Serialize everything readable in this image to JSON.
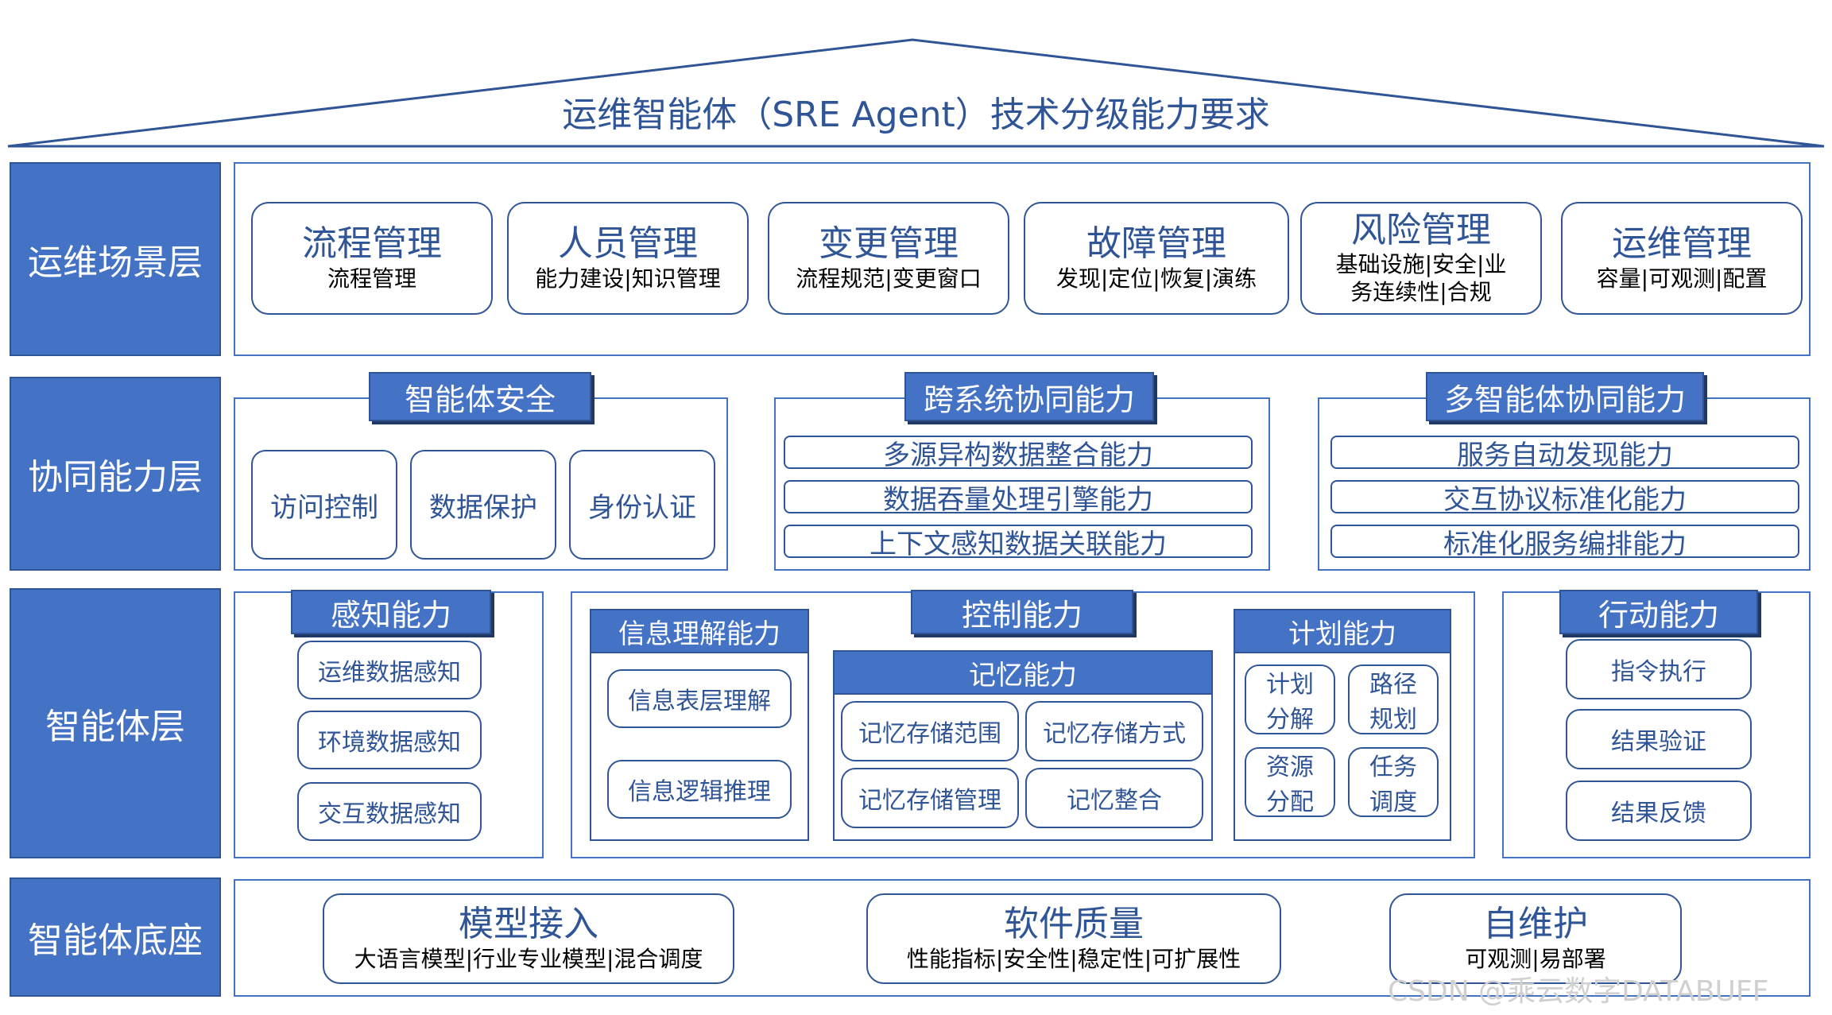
{
  "title": "运维智能体（SRE Agent）技术分级能力要求",
  "layers": {
    "scene": "运维场景层",
    "collab": "协同能力层",
    "agent": "智能体层",
    "base": "智能体底座"
  },
  "scene_cards": [
    {
      "title": "流程管理",
      "sub": "流程管理"
    },
    {
      "title": "人员管理",
      "sub": "能力建设|知识管理"
    },
    {
      "title": "变更管理",
      "sub": "流程规范|变更窗口"
    },
    {
      "title": "故障管理",
      "sub": "发现|定位|恢复|演练"
    },
    {
      "title": "风险管理",
      "sub": "基础设施|安全|业",
      "sub2": "务连续性|合规"
    },
    {
      "title": "运维管理",
      "sub": "容量|可观测|配置"
    }
  ],
  "collab": {
    "security": {
      "header": "智能体安全",
      "items": [
        "访问控制",
        "数据保护",
        "身份认证"
      ]
    },
    "cross": {
      "header": "跨系统协同能力",
      "items": [
        "多源异构数据整合能力",
        "数据吞量处理引擎能力",
        "上下文感知数据关联能力"
      ]
    },
    "multi": {
      "header": "多智能体协同能力",
      "items": [
        "服务自动发现能力",
        "交互协议标准化能力",
        "标准化服务编排能力"
      ]
    }
  },
  "agent": {
    "perception": {
      "header": "感知能力",
      "items": [
        "运维数据感知",
        "环境数据感知",
        "交互数据感知"
      ]
    },
    "control": {
      "header": "控制能力"
    },
    "info": {
      "header": "信息理解能力",
      "items": [
        "信息表层理解",
        "信息逻辑推理"
      ]
    },
    "memory": {
      "header": "记忆能力",
      "items": [
        "记忆存储范围",
        "记忆存储方式",
        "记忆存储管理",
        "记忆整合"
      ]
    },
    "plan": {
      "header": "计划能力",
      "items": [
        {
          "l1": "计划",
          "l2": "分解"
        },
        {
          "l1": "路径",
          "l2": "规划"
        },
        {
          "l1": "资源",
          "l2": "分配"
        },
        {
          "l1": "任务",
          "l2": "调度"
        }
      ]
    },
    "action": {
      "header": "行动能力",
      "items": [
        "指令执行",
        "结果验证",
        "结果反馈"
      ]
    }
  },
  "base_cards": [
    {
      "title": "模型接入",
      "sub": "大语言模型|行业专业模型|混合调度"
    },
    {
      "title": "软件质量",
      "sub": "性能指标|安全性|稳定性|可扩展性"
    },
    {
      "title": "自维护",
      "sub": "可观测|易部署"
    }
  ],
  "watermark": "CSDN @乘云数字DATABUFF",
  "colors": {
    "primary": "#4472c4",
    "border": "#2f5597",
    "text": "#2f5597"
  }
}
